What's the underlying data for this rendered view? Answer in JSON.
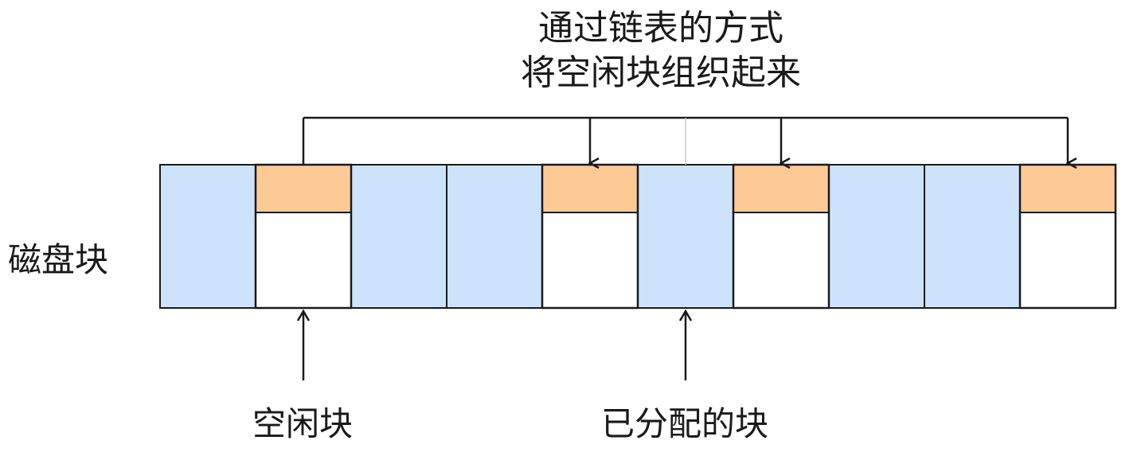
{
  "title": {
    "line1": "通过链表的方式",
    "line2": "将空闲块组织起来"
  },
  "row_label": "磁盘块",
  "free_block_label": "空闲块",
  "allocated_block_label": "已分配的块",
  "blocks": [
    {
      "type": "allocated"
    },
    {
      "type": "free"
    },
    {
      "type": "allocated"
    },
    {
      "type": "allocated"
    },
    {
      "type": "free"
    },
    {
      "type": "allocated"
    },
    {
      "type": "free"
    },
    {
      "type": "allocated"
    },
    {
      "type": "allocated"
    },
    {
      "type": "free"
    }
  ],
  "colors": {
    "allocated": "#cce3fb",
    "free_header": "#fdca95",
    "free_body": "#ffffff",
    "stroke": "#1a1a1a"
  },
  "icons": {
    "arrow": "arrow-down-icon",
    "pointer": "arrow-up-icon"
  }
}
